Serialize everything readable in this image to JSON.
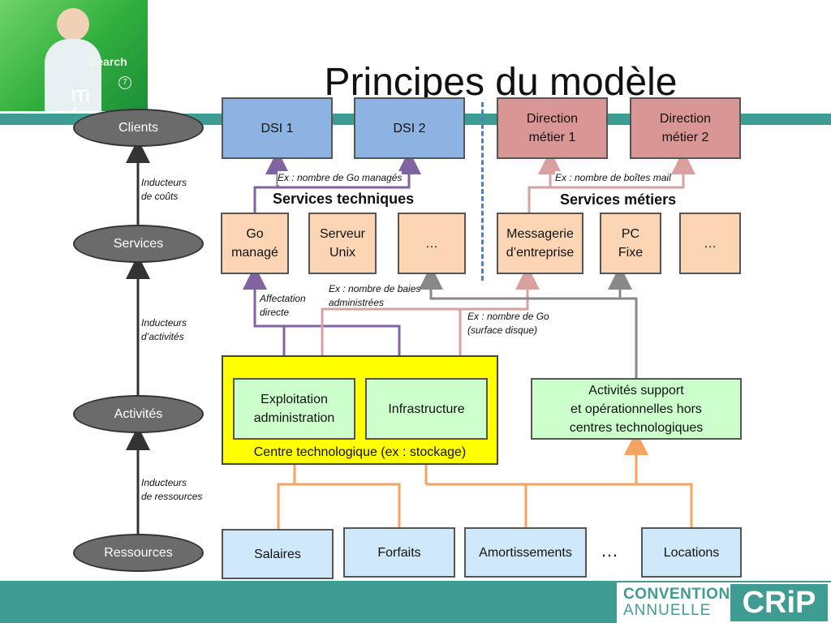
{
  "title": "Principes du modèle",
  "logo": {
    "search": "Search",
    "number": "7",
    "brand": "ITi forums"
  },
  "footer": {
    "line1": "CONVENTION",
    "line2": "ANNUELLE",
    "brand": "CRiP"
  },
  "levels": [
    "Clients",
    "Services",
    "Activités",
    "Ressources"
  ],
  "inducteurs": {
    "couts": [
      "Inducteurs",
      "de coûts"
    ],
    "activites": [
      "Inducteurs",
      "d’activités"
    ],
    "ressources": [
      "Inducteurs",
      "de ressources"
    ]
  },
  "clients": {
    "dsi1": "DSI 1",
    "dsi2": "DSI 2",
    "dir1": [
      "Direction",
      "métier 1"
    ],
    "dir2": [
      "Direction",
      "métier 2"
    ]
  },
  "headings": {
    "tech": "Services techniques",
    "metier": "Services métiers"
  },
  "services": {
    "go": [
      "Go",
      "managé"
    ],
    "unix": [
      "Serveur",
      "Unix"
    ],
    "tech_more": "…",
    "mail": [
      "Messagerie",
      "d’entreprise"
    ],
    "pc": [
      "PC",
      "Fixe"
    ],
    "metier_more": "…"
  },
  "notes": {
    "go_manages": "Ex : nombre de Go managés",
    "boites_mail": "Ex : nombre de boîtes mail",
    "affectation": [
      "Affectation",
      "directe"
    ],
    "baies": [
      "Ex : nombre de baies",
      "administrées"
    ],
    "surface": [
      "Ex : nombre de Go",
      "(surface disque)"
    ]
  },
  "activites": {
    "exploitation": [
      "Exploitation",
      "administration"
    ],
    "infra": "Infrastructure",
    "centre": "Centre technologique (ex : stockage)",
    "support": [
      "Activités support",
      "et opérationnelles hors",
      "centres technologiques"
    ]
  },
  "ressources": {
    "salaires": "Salaires",
    "forfaits": "Forfaits",
    "amortissements": "Amortissements",
    "ellipsis": "…",
    "locations": "Locations"
  },
  "colors": {
    "teal_band": "#3f9c93",
    "blue_box": "#8db3e2",
    "red_box": "#da9694",
    "orange_box": "#fcd5b4",
    "green_box": "#ccffcc",
    "lightblue_box": "#cfe9fb",
    "yellow_panel": "#ffff00",
    "purple_arrow": "#8064a2",
    "pink_arrow": "#d9a0a0",
    "gray_arrow": "#888888",
    "orange_arrow": "#f4a460",
    "dashed_divider": "#4f81bd"
  }
}
